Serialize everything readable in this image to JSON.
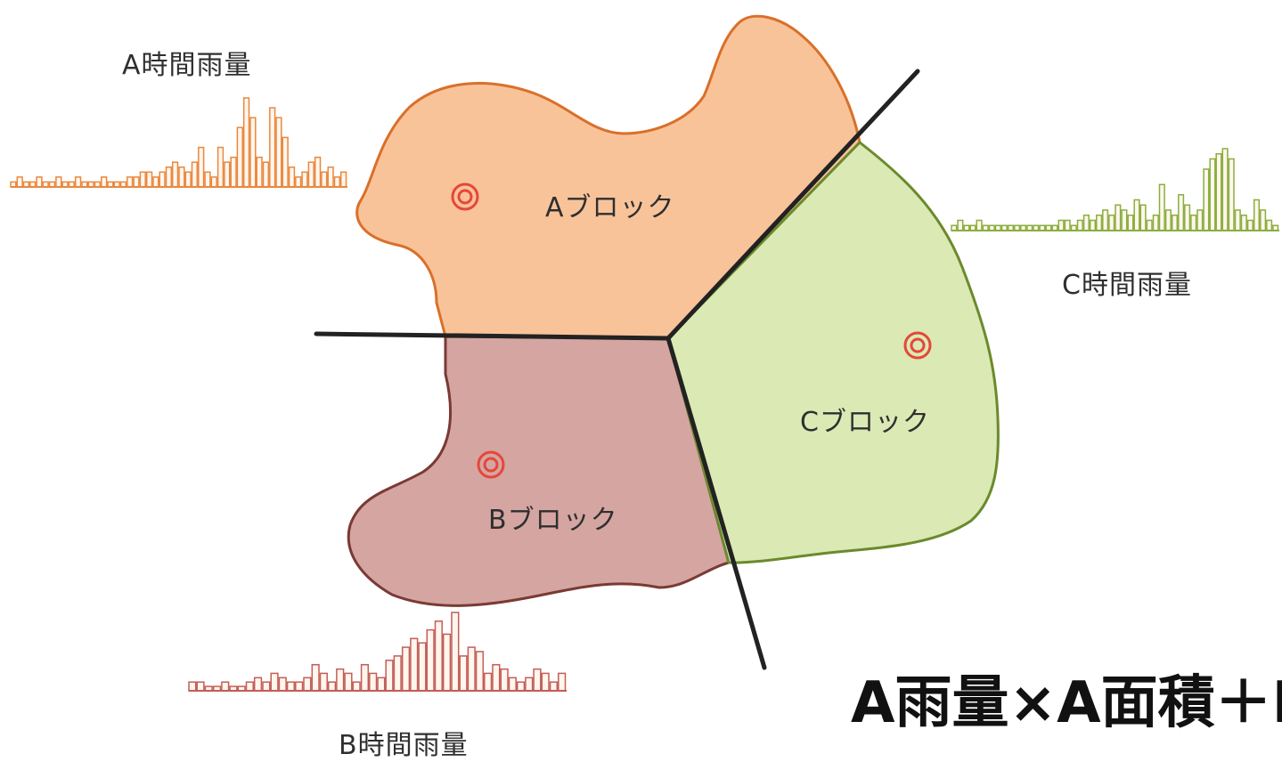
{
  "blocks": [
    {
      "label": "Aブロック",
      "color": "#f9c39a",
      "stroke": "#d9702a"
    },
    {
      "label": "Bブロック",
      "color": "#d5a5a2",
      "stroke": "#7a3a34"
    },
    {
      "label": "Cブロック",
      "color": "#dbe9b4",
      "stroke": "#6b8a2c"
    }
  ],
  "hyetographs": [
    {
      "title": "A時間雨量",
      "color": "#e9883e",
      "values": [
        1,
        2,
        1,
        1,
        2,
        1,
        1,
        2,
        1,
        1,
        2,
        1,
        1,
        1,
        2,
        1,
        1,
        1,
        2,
        2,
        3,
        3,
        2,
        3,
        4,
        5,
        4,
        3,
        5,
        8,
        3,
        2,
        8,
        5,
        6,
        12,
        18,
        14,
        6,
        5,
        16,
        14,
        10,
        4,
        2,
        3,
        5,
        6,
        3,
        4,
        2,
        3
      ]
    },
    {
      "title": "B時間雨量",
      "color": "#c45d58",
      "values": [
        2,
        2,
        1,
        1,
        2,
        1,
        1,
        2,
        3,
        2,
        4,
        3,
        2,
        2,
        3,
        6,
        4,
        2,
        5,
        4,
        2,
        6,
        4,
        3,
        7,
        8,
        10,
        12,
        11,
        14,
        16,
        13,
        18,
        8,
        10,
        9,
        4,
        6,
        5,
        3,
        2,
        3,
        5,
        4,
        2,
        4
      ]
    },
    {
      "title": "C時間雨量",
      "color": "#8aae3e",
      "values": [
        1,
        2,
        1,
        1,
        2,
        1,
        1,
        1,
        1,
        1,
        1,
        1,
        1,
        1,
        1,
        1,
        1,
        2,
        2,
        1,
        2,
        3,
        2,
        3,
        4,
        3,
        5,
        4,
        3,
        6,
        5,
        2,
        3,
        9,
        4,
        3,
        7,
        5,
        3,
        4,
        12,
        14,
        15,
        16,
        14,
        4,
        3,
        2,
        6,
        4,
        2,
        1
      ]
    }
  ],
  "formula": "A雨量×A面積＋B雨量×B面積＋C雨量×C面積"
}
